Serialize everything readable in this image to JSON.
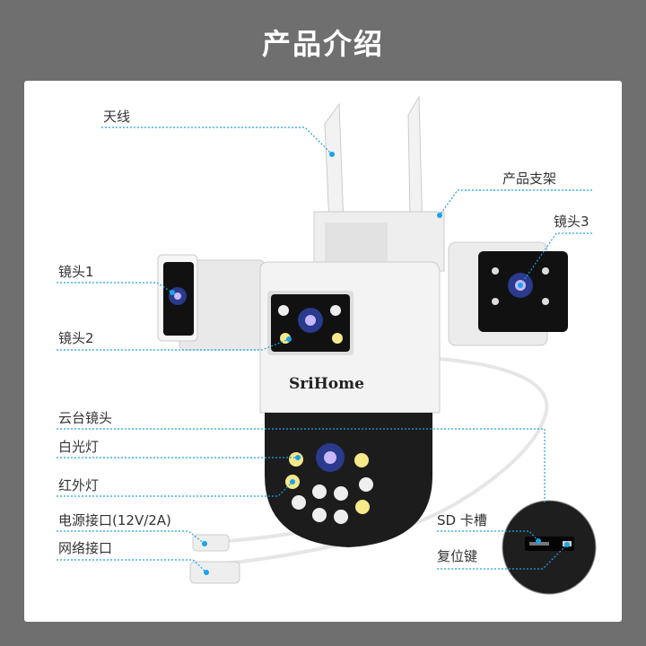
{
  "title": "产品介绍",
  "brand": "SriHome",
  "labels": {
    "antenna": "天线",
    "bracket": "产品支架",
    "lens3": "镜头3",
    "lens1": "镜头1",
    "lens2": "镜头2",
    "ptz_lens": "云台镜头",
    "white_light": "白光灯",
    "ir_light": "红外灯",
    "power_port": "电源接口(12V/2A)",
    "network_port": "网络接口",
    "sd_slot": "SD 卡槽",
    "reset_key": "复位键"
  },
  "colors": {
    "accent": "#1aa3e8",
    "background": "#6f6f6f"
  }
}
